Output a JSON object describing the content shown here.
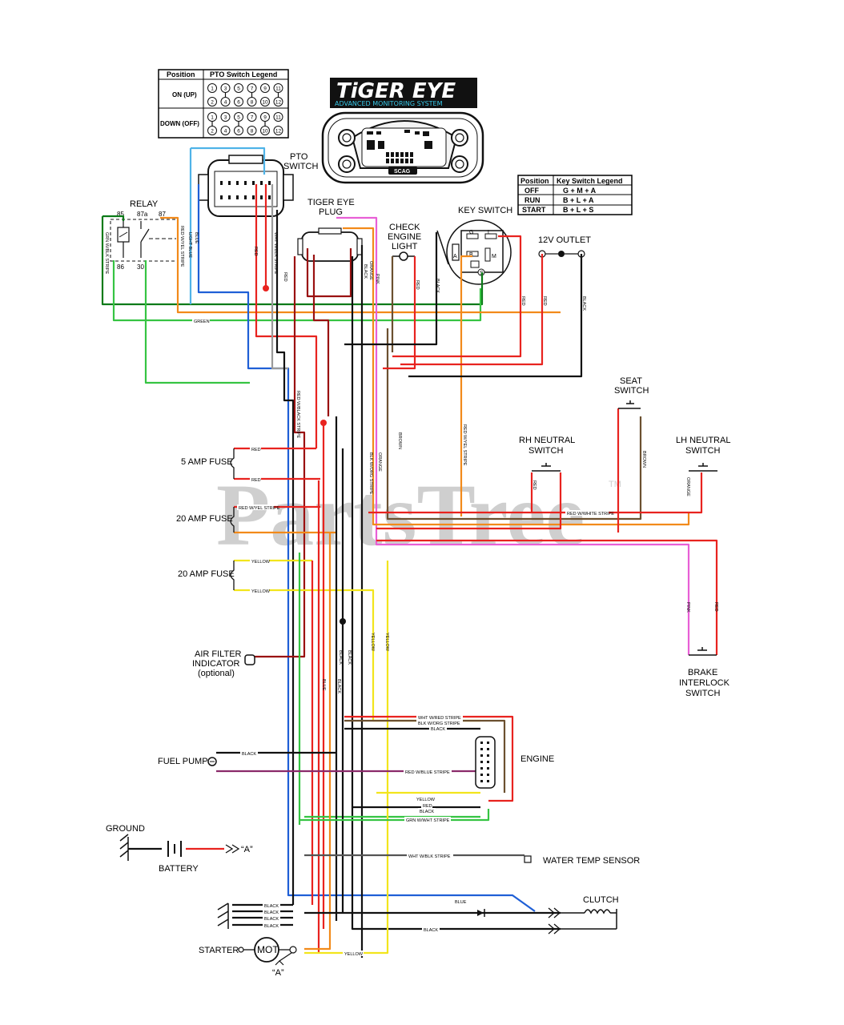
{
  "watermark": {
    "text": "PartsTree",
    "tm": "TM"
  },
  "tiger_eye": {
    "title": "TiGER EYE",
    "subtitle": "ADVANCED MONITORING SYSTEM",
    "brand": "SCAG"
  },
  "pto_legend": {
    "header_position": "Position",
    "header_legend": "PTO Switch Legend",
    "rows": [
      {
        "position": "ON (UP)",
        "top": [
          "1",
          "3",
          "5",
          "7",
          "9",
          "11"
        ],
        "bottom": [
          "2",
          "4",
          "6",
          "8",
          "10",
          "12"
        ]
      },
      {
        "position": "DOWN (OFF)",
        "top": [
          "1",
          "3",
          "5",
          "7",
          "9",
          "11"
        ],
        "bottom": [
          "2",
          "4",
          "6",
          "8",
          "10",
          "12"
        ]
      }
    ]
  },
  "key_legend": {
    "header_position": "Position",
    "header_legend": "Key Switch Legend",
    "rows": [
      {
        "position": "OFF",
        "value": "G + M + A"
      },
      {
        "position": "RUN",
        "value": "B + L + A"
      },
      {
        "position": "START",
        "value": "B + L + S"
      }
    ]
  },
  "components": {
    "pto_switch": [
      "PTO",
      "SWITCH"
    ],
    "relay": "RELAY",
    "relay_pins": [
      "85",
      "87a",
      "87",
      "86",
      "30"
    ],
    "tiger_eye_plug": [
      "TIGER EYE",
      "PLUG"
    ],
    "check_engine": [
      "CHECK",
      "ENGINE",
      "LIGHT"
    ],
    "key_switch": "KEY SWITCH",
    "key_pins": [
      "G",
      "L",
      "A",
      "B",
      "M",
      "S"
    ],
    "outlet": "12V OUTLET",
    "seat_switch": [
      "SEAT",
      "SWITCH"
    ],
    "rh_neutral": [
      "RH NEUTRAL",
      "SWITCH"
    ],
    "lh_neutral": [
      "LH NEUTRAL",
      "SWITCH"
    ],
    "fuse_5": "5 AMP FUSE",
    "fuse_20a": "20 AMP FUSE",
    "fuse_20b": "20 AMP FUSE",
    "air_filter": [
      "AIR FILTER",
      "INDICATOR",
      "(optional)"
    ],
    "brake": [
      "BRAKE",
      "INTERLOCK",
      "SWITCH"
    ],
    "fuel_pump": "FUEL PUMP",
    "engine": "ENGINE",
    "ground": "GROUND",
    "battery": "BATTERY",
    "battery_a": "“A”",
    "water_temp": "WATER TEMP SENSOR",
    "clutch": "CLUTCH",
    "starter": "STARTER",
    "starter_a": "“A”",
    "motor": "MOT"
  },
  "wire_labels": {
    "green": "GREEN",
    "blue": "BLUE",
    "light_blue": "LIGHT BLUE",
    "red": "RED",
    "red_yel": "RED W/YEL STRIPE",
    "grn_blk": "GRN W/BLK STRIPE",
    "wht_blk": "WHT W/BLK STRIPE",
    "red_blk": "RED W/BLACK STRIPE",
    "orange": "ORANGE",
    "black": "BLACK",
    "pink": "PINK",
    "brown": "BROWN",
    "blk_org": "BLK W/ORG STRIPE",
    "red_white": "RED W/WHITE STRIPE",
    "red_yel2": "RED W/YEL STRIPE",
    "yellow": "YELLOW",
    "wht_red": "WHT W/RED STRIPE",
    "blk_org2": "BLK W/ORG STRIPE",
    "red_blue": "RED W/BLUE STRIPE",
    "grn_wht": "GRN W/WHT STRIPE",
    "wht_blk2": "WHT W/BLK STRIPE"
  },
  "colors": {
    "red": "#e8231f",
    "black": "#111111",
    "blue": "#1f5fd6",
    "light_blue": "#4fb3e8",
    "green": "#36c443",
    "dark_green": "#0c7a18",
    "orange": "#f28a1a",
    "yellow": "#f2e51c",
    "pink": "#e85fd6",
    "brown": "#6b5030",
    "dark_red": "#9a1111",
    "grey": "#9a9a9a",
    "purple": "#8a2a6a"
  }
}
